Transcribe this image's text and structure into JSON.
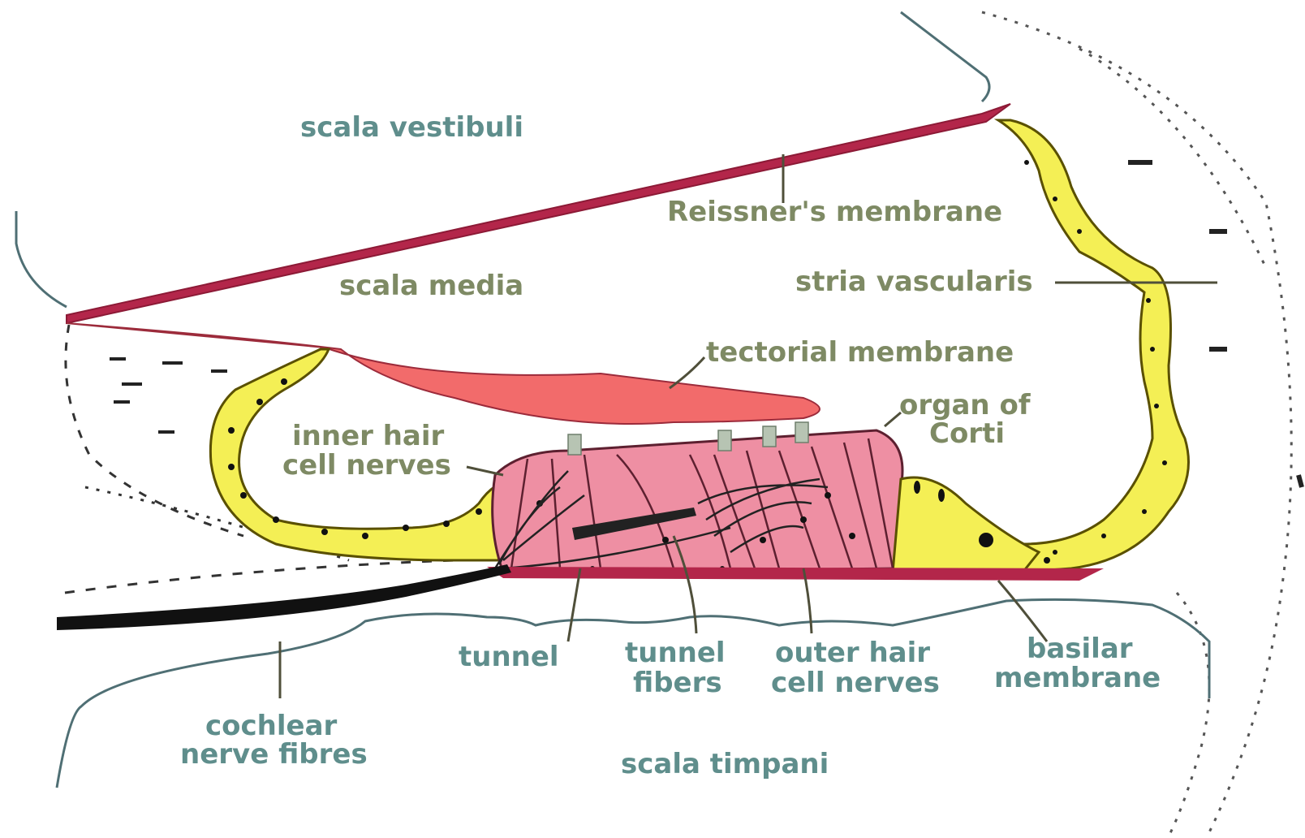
{
  "labels": {
    "scala_vestibuli": "scala vestibuli",
    "reissners_membrane": "Reissner's membrane",
    "scala_media": "scala media",
    "stria_vascularis": "stria vascularis",
    "tectorial_membrane": "tectorial membrane",
    "organ_of_corti_line1": "organ of",
    "organ_of_corti_line2": "Corti",
    "inner_hair_line1": "inner hair",
    "inner_hair_line2": "cell nerves",
    "tunnel": "tunnel",
    "tunnel_fibers_line1": "tunnel",
    "tunnel_fibers_line2": "fibers",
    "outer_hair_line1": "outer hair",
    "outer_hair_line2": "cell nerves",
    "basilar_line1": "basilar",
    "basilar_line2": "membrane",
    "cochlear_line1": "cochlear",
    "cochlear_line2": "nerve fibres",
    "scala_timpani": "scala timpani"
  },
  "colors": {
    "membrane": "#b3264a",
    "tectorial": "#f26b6b",
    "organ_of_corti": "#ee8fa3",
    "epithelium": "#f4ef55",
    "nerve": "#111111",
    "label_teal": "#5f8e8c",
    "label_olive": "#7e8a64",
    "outline": "#4f6f74"
  }
}
